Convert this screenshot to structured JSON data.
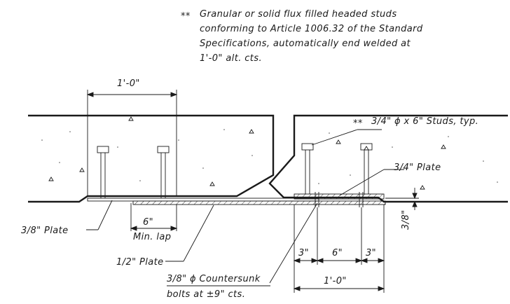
{
  "notes": {
    "general_lines": [
      "Granular or solid flux filled headed studs",
      "conforming to Article 1006.32 of the Standard",
      "Specifications, automatically end welded at",
      "1'-0\" alt. cts."
    ],
    "marker": "**"
  },
  "labels": {
    "top_dimension": "1'-0\"",
    "studs": "3/4\" ϕ x 6\" Studs, typ.",
    "plate_3_4": "3/4\" Plate",
    "plate_3_8_left": "3/8\" Plate",
    "lap_dimension": "6\"",
    "lap_note": "Min. lap",
    "plate_1_2": "1/2\" Plate",
    "countersunk_line1": "3/8\" ϕ Countersunk",
    "countersunk_line2": "bolts at ±9\" cts.",
    "dim_3a": "3\"",
    "dim_6": "6\"",
    "dim_3b": "3\"",
    "bottom_dimension": "1'-0\"",
    "vertical_dimension": "3/8\""
  }
}
